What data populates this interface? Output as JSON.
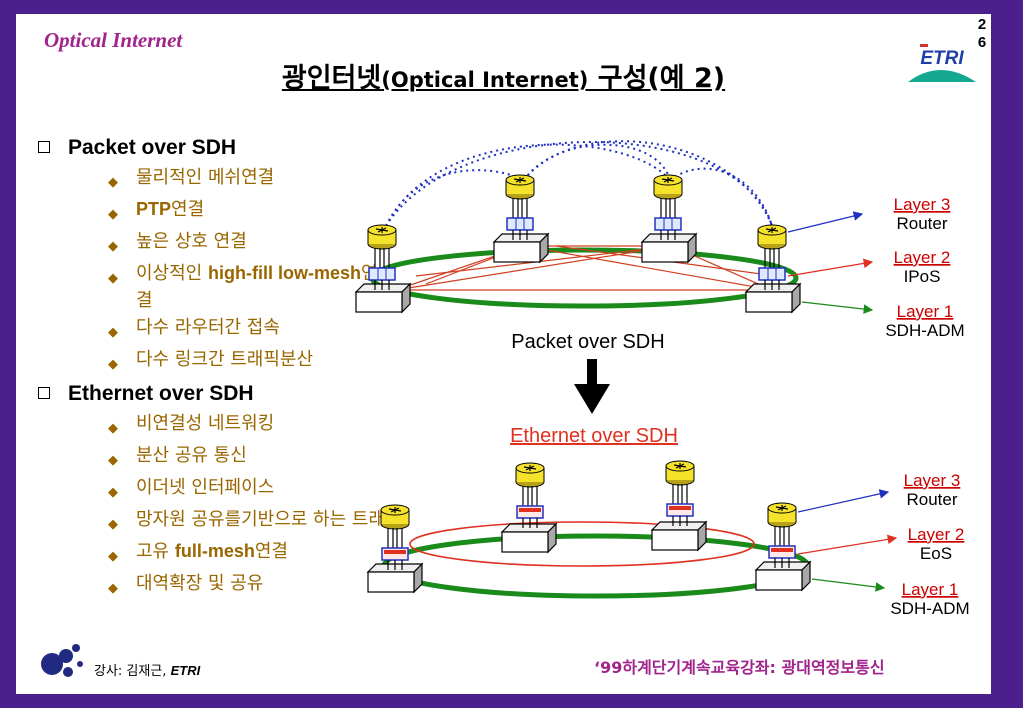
{
  "header": {
    "brand": "Optical Internet",
    "page_number_line1": "2",
    "page_number_line2": "6",
    "logo_text": "ETRI"
  },
  "title": {
    "main": "광인터넷",
    "paren": "(Optical Internet)",
    "suffix": " 구성(예 2)"
  },
  "sections": [
    {
      "heading": "Packet over SDH",
      "items": [
        {
          "pre": "물리적인 메쉬연결",
          "bold": "",
          "post": ""
        },
        {
          "pre": "",
          "bold": "PTP",
          "post": "연결"
        },
        {
          "pre": "높은 상호 연결",
          "bold": "",
          "post": ""
        },
        {
          "pre": "이상적인 ",
          "bold": "high-fill low-mesh",
          "post": "연결"
        },
        {
          "pre": "다수 라우터간 접속",
          "bold": "",
          "post": ""
        },
        {
          "pre": "다수 링크간 트래픽분산",
          "bold": "",
          "post": ""
        }
      ]
    },
    {
      "heading": "Ethernet over SDH",
      "items": [
        {
          "pre": "비연결성 네트워킹",
          "bold": "",
          "post": ""
        },
        {
          "pre": "분산 공유 통신",
          "bold": "",
          "post": ""
        },
        {
          "pre": "이더넷 인터페이스",
          "bold": "",
          "post": ""
        },
        {
          "pre": "망자원 공유를기반으로 하는 트래픽",
          "bold": "",
          "post": ""
        },
        {
          "pre": "고유 ",
          "bold": "full-mesh",
          "post": "연결"
        },
        {
          "pre": "대역확장 및 공유",
          "bold": "",
          "post": ""
        }
      ]
    }
  ],
  "diagram": {
    "top_caption": "Packet over SDH",
    "bottom_caption": "Ethernet over SDH",
    "top_labels": [
      {
        "layer": "Layer 3",
        "desc": "Router"
      },
      {
        "layer": "Layer 2",
        "desc": "IPoS"
      },
      {
        "layer": "Layer 1",
        "desc": "SDH-ADM"
      }
    ],
    "bottom_labels": [
      {
        "layer": "Layer 3",
        "desc": "Router"
      },
      {
        "layer": "Layer 2",
        "desc": "EoS"
      },
      {
        "layer": "Layer 1",
        "desc": "SDH-ADM"
      }
    ],
    "colors": {
      "ring_green": "#1a8a1a",
      "mesh_red": "#d04020",
      "ring_red": "#e03020",
      "dotted_blue": "#2030c0",
      "arrow_black": "#000000",
      "router_yellow": "#f5e22a"
    }
  },
  "footer": {
    "instructor_label": "강사: 김재근, ",
    "instructor_org": "ETRI",
    "course": "‘99하계단기계속교육강좌: 광대역정보통신"
  }
}
